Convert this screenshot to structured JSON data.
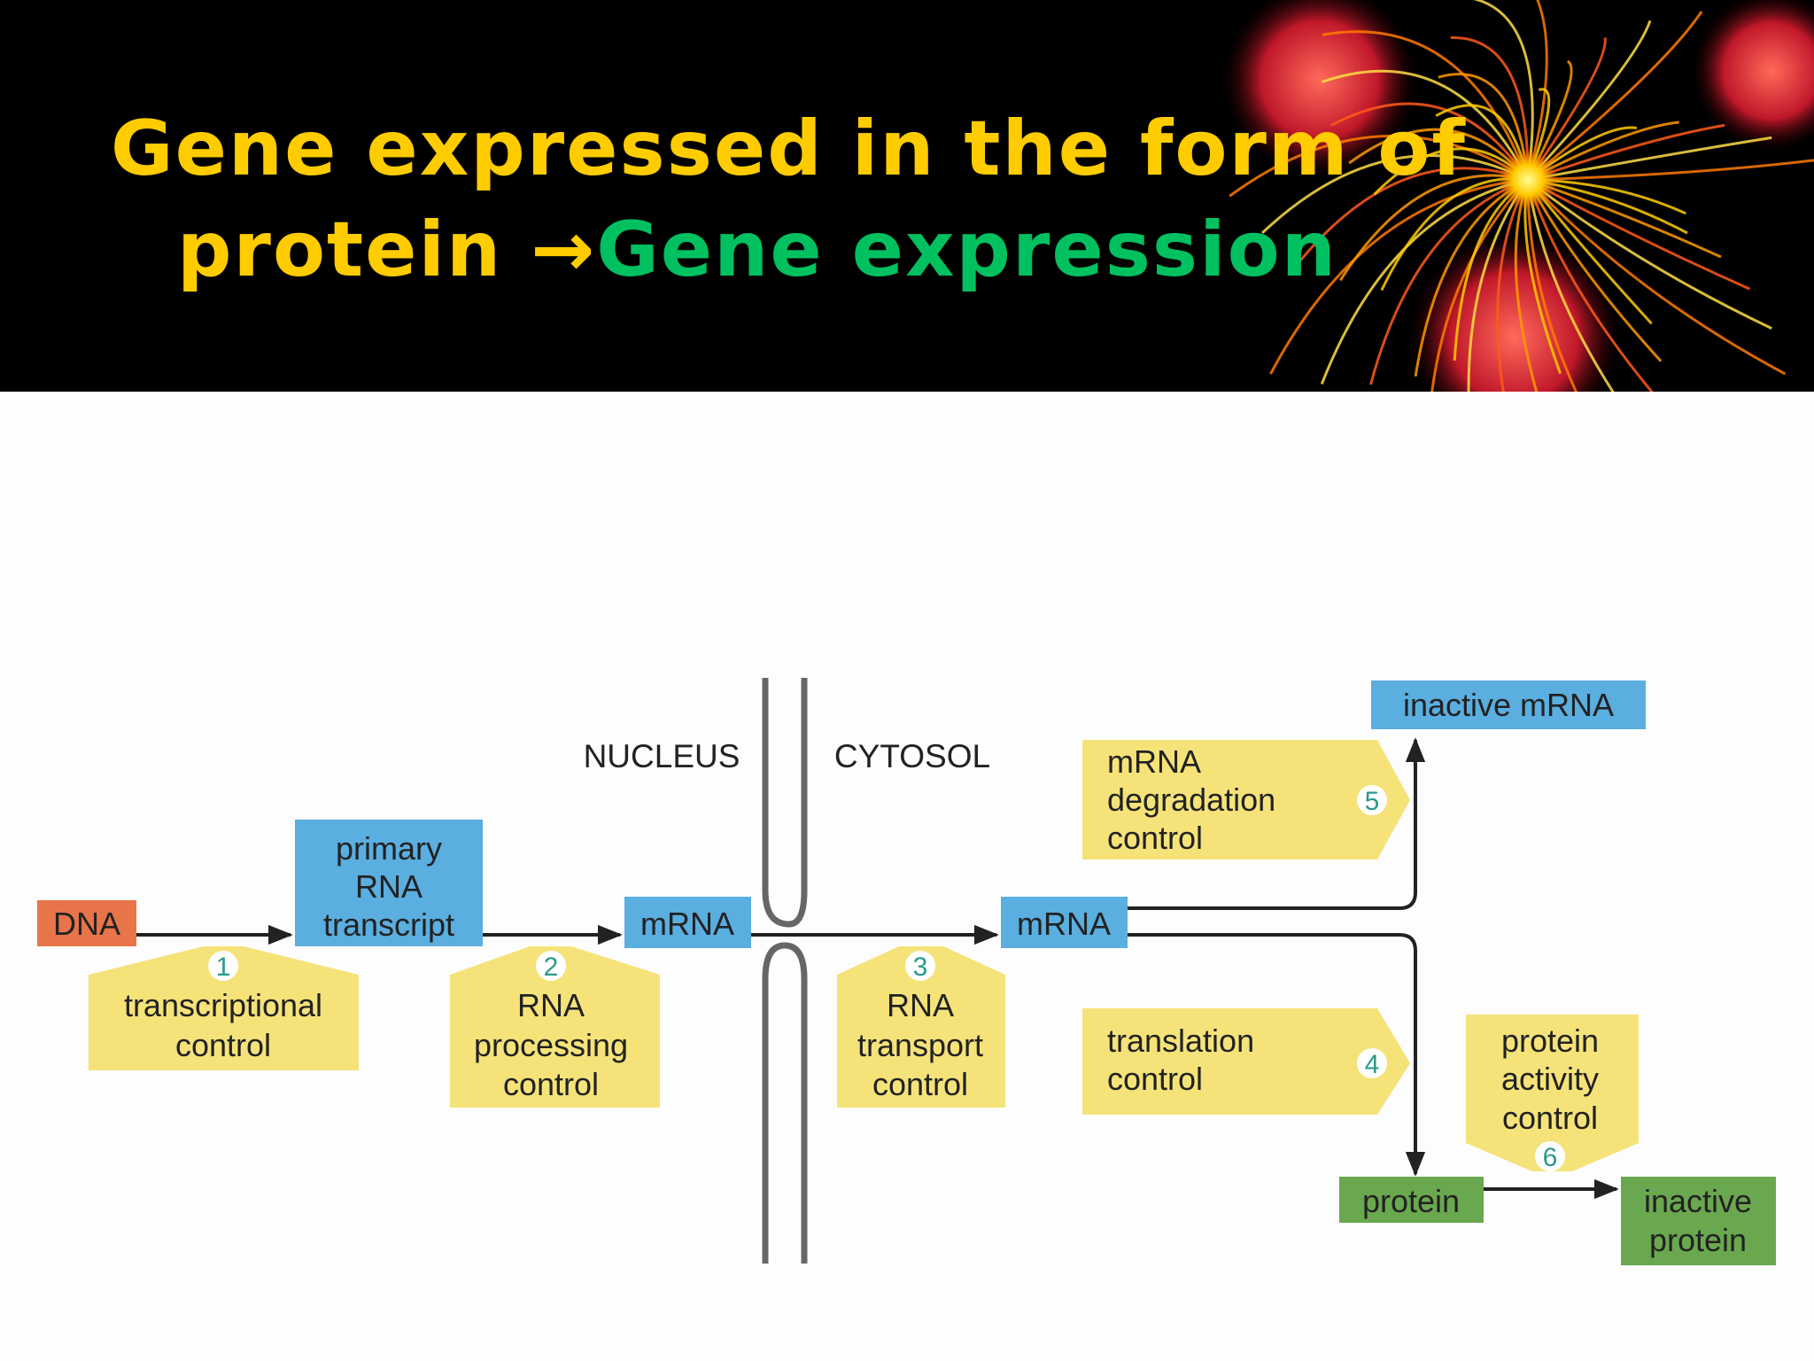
{
  "title": {
    "line1": "Gene expressed in the form of",
    "line2_part1": "protein  ",
    "line2_arrow": "→",
    "line2_part2": "Gene expression",
    "color_main": "#ffcc00",
    "color_accent": "#00c060"
  },
  "diagram": {
    "regions": {
      "nucleus": "NUCLEUS",
      "cytosol": "CYTOSOL"
    },
    "molecules": {
      "dna": "DNA",
      "primary_line1": "primary",
      "primary_line2": "RNA",
      "primary_line3": "transcript",
      "mrna_nucleus": "mRNA",
      "mrna_cytosol": "mRNA",
      "inactive_mrna": "inactive mRNA",
      "protein": "protein",
      "inactive_protein_line1": "inactive",
      "inactive_protein_line2": "protein"
    },
    "controls": [
      {
        "number": "1",
        "line1": "transcriptional",
        "line2": "control"
      },
      {
        "number": "2",
        "line1": "RNA",
        "line2": "processing",
        "line3": "control"
      },
      {
        "number": "3",
        "line1": "RNA",
        "line2": "transport",
        "line3": "control"
      },
      {
        "number": "4",
        "line1": "translation",
        "line2": "control"
      },
      {
        "number": "5",
        "line1": "mRNA",
        "line2": "degradation",
        "line3": "control"
      },
      {
        "number": "6",
        "line1": "protein",
        "line2": "activity",
        "line3": "control"
      }
    ],
    "colors": {
      "dna": "#e8744a",
      "rna_box": "#5aaee0",
      "control_box": "#f5e37a",
      "protein_box": "#6aa84f",
      "membrane": "#666666"
    }
  }
}
